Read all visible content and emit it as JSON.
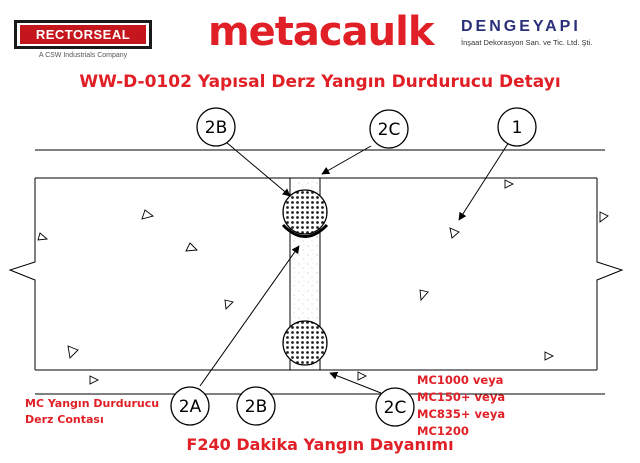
{
  "logos": {
    "rectorseal": {
      "name": "RECTORSEAL",
      "tagline": "A CSW Industrials Company"
    },
    "metacaulk": {
      "name": "metacaulk"
    },
    "dengeyapi": {
      "name": "DENGEYAPI",
      "subtitle": "İnşaat Dekorasyon San. ve Tic. Ltd. Şti."
    }
  },
  "title": "WW-D-0102 Yapısal Derz Yangın Durdurucu Detayı",
  "callouts": {
    "top_2b": "2B",
    "top_2c": "2C",
    "top_1": "1",
    "bottom_2a": "2A",
    "bottom_2b": "2B",
    "bottom_2c": "2C"
  },
  "notes": {
    "gasket": [
      "MC Yangın Durdurucu",
      "Derz Contası"
    ],
    "sealants": [
      "MC1000 veya",
      "MC150+ veya",
      "MC835+ veya",
      "MC1200"
    ]
  },
  "footer": "F240 Dakika Yangın Dayanımı",
  "colors": {
    "accent_red": "#e01f26",
    "navy": "#2a2f7a",
    "line": "#000000"
  }
}
